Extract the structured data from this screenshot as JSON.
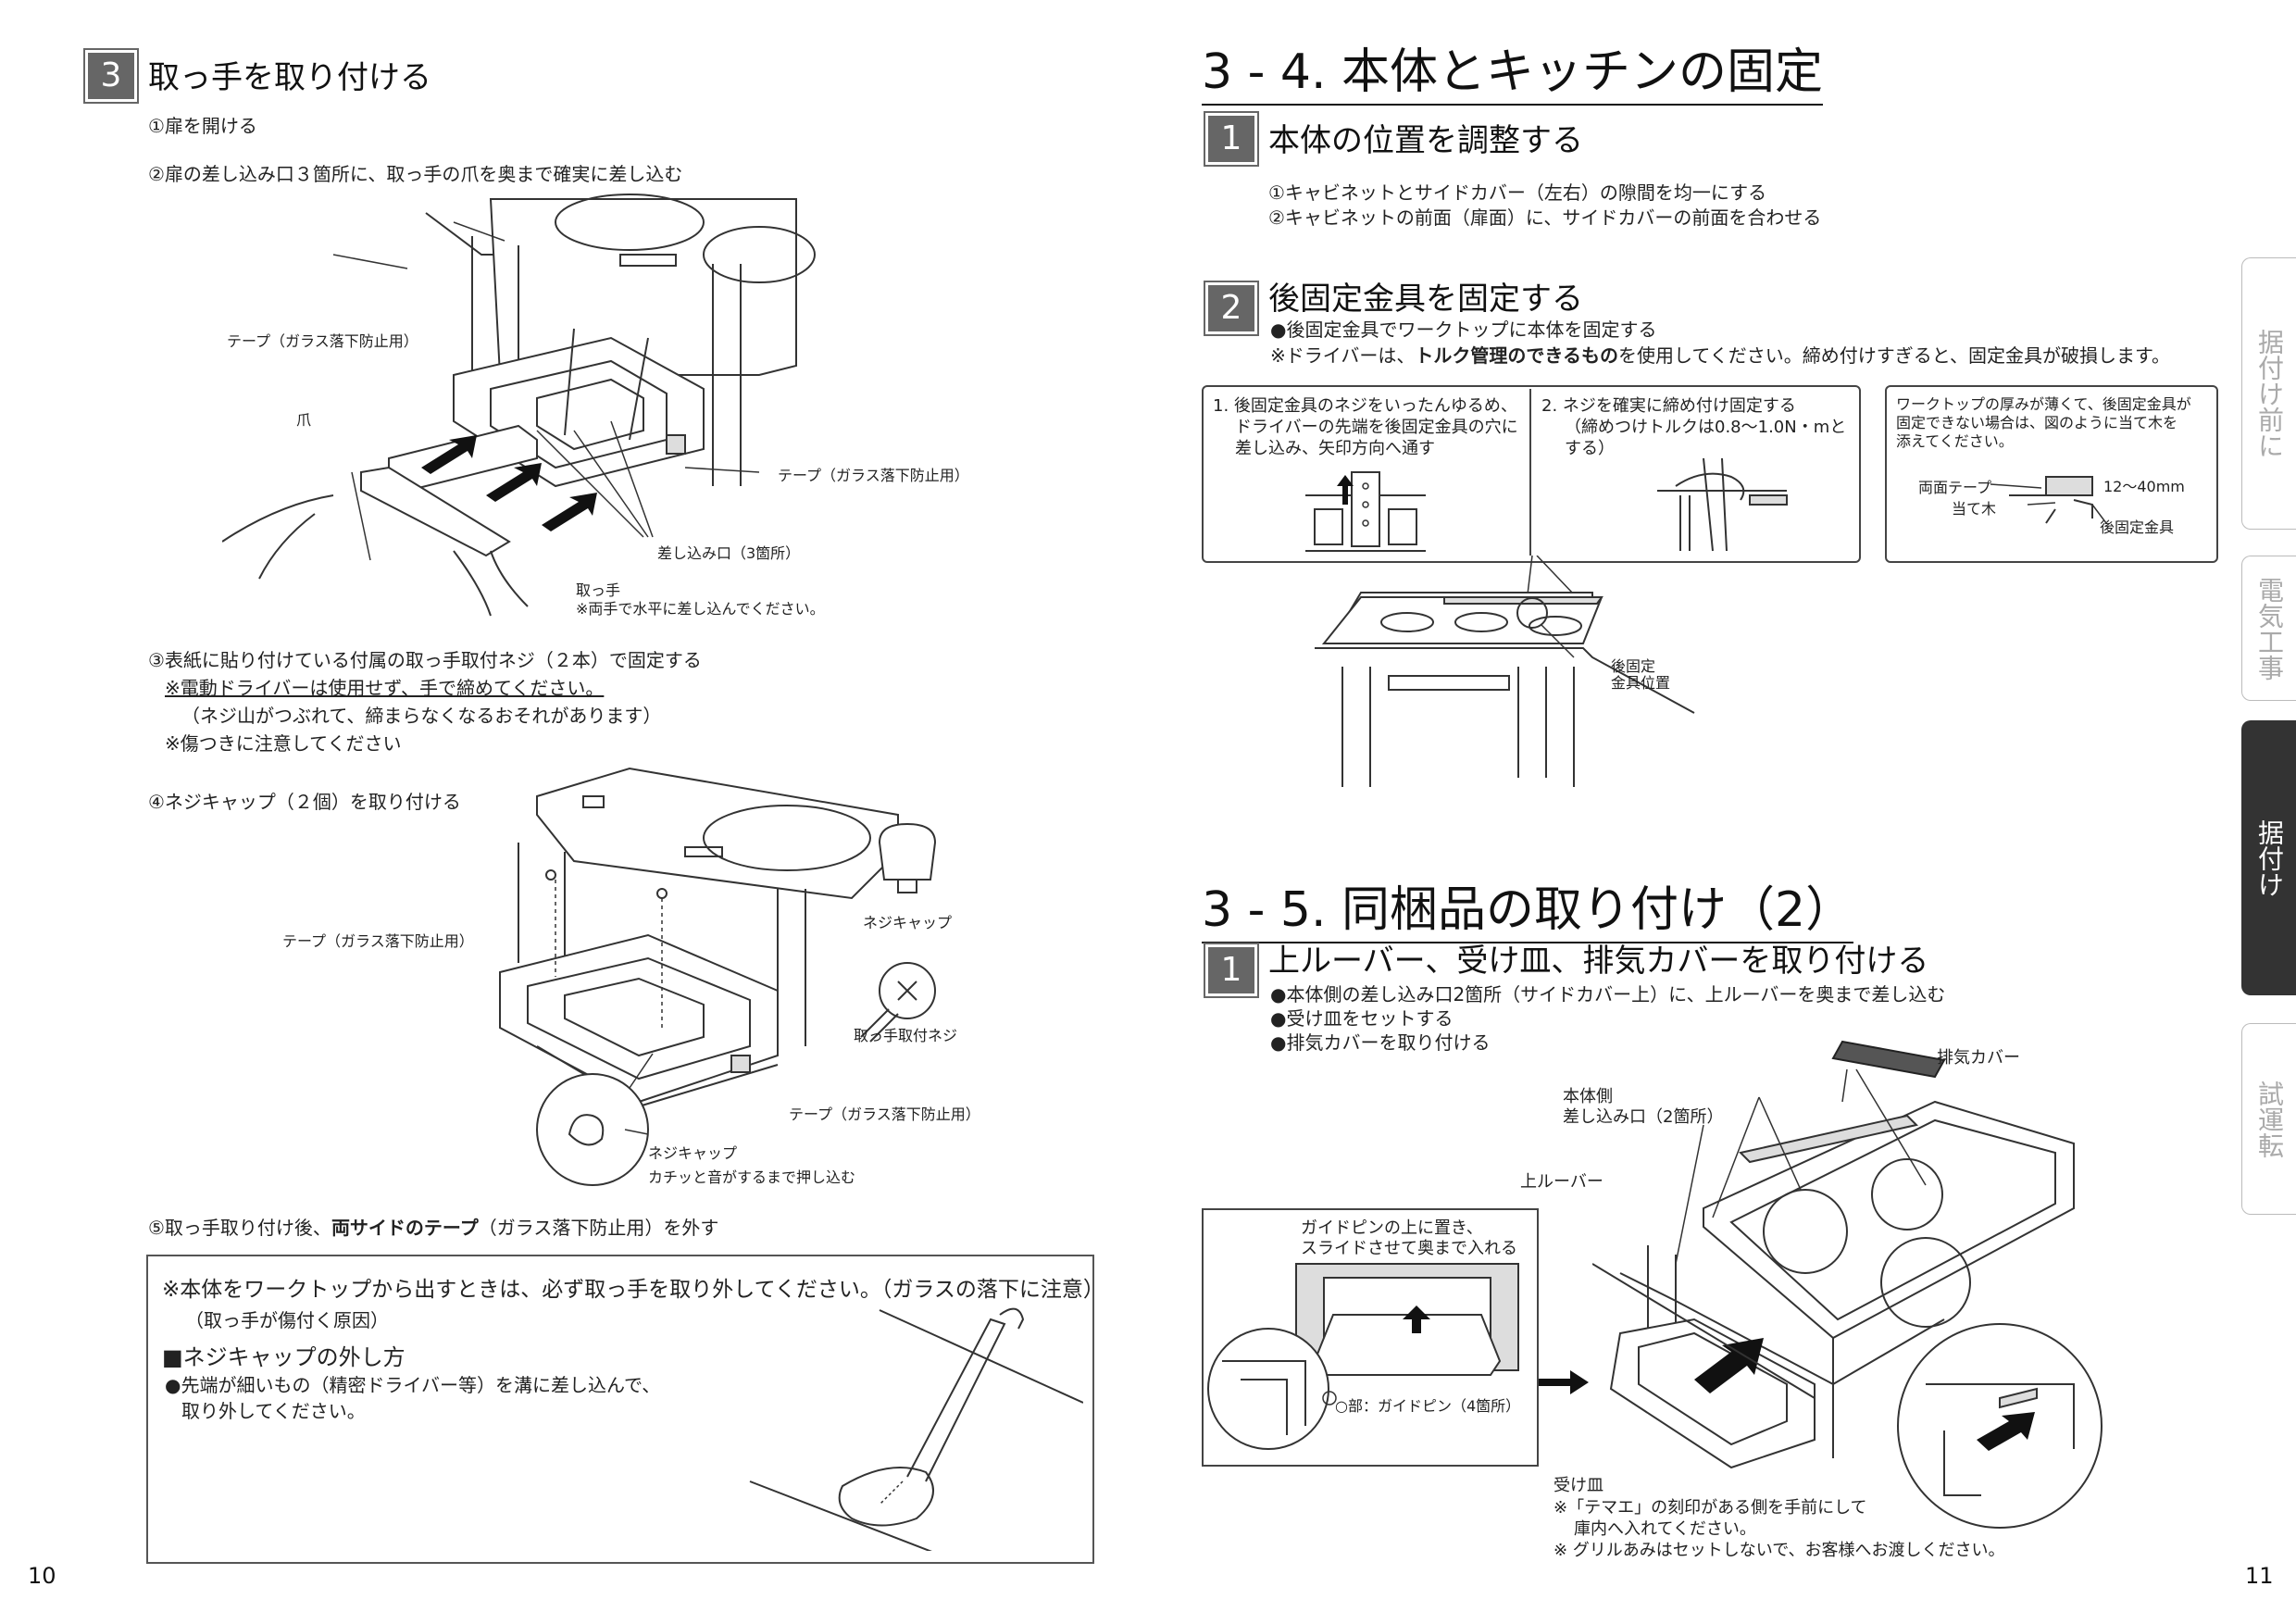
{
  "left": {
    "step3": {
      "num": "3",
      "title": "取っ手を取り付ける",
      "s1": "①扉を開ける",
      "s2": "②扉の差し込み口３箇所に、取っ手の爪を奥まで確実に差し込む",
      "fig1": {
        "tape_left": "テープ（ガラス落下防止用）",
        "claw": "爪",
        "tape_right": "テープ（ガラス落下防止用）",
        "slot": "差し込み口（3箇所）",
        "handle": "取っ手",
        "handle_note": "※両手で水平に差し込んでください。"
      },
      "s3": "③表紙に貼り付けている付属の取っ手取付ネジ（２本）で固定する",
      "s3_note1": "※電動ドライバーは使用せず、手で締めてください。",
      "s3_note2": "（ネジ山がつぶれて、締まらなくなるおそれがあります）",
      "s3_note3": "※傷つきに注意してください",
      "s4": "④ネジキャップ（２個）を取り付ける",
      "fig2": {
        "tape_left": "テープ（ガラス落下防止用）",
        "screw_cap": "ネジキャップ",
        "screw": "取っ手取付ネジ",
        "tape_right": "テープ（ガラス落下防止用）",
        "cap2": "ネジキャップ",
        "cap2_note": "カチッと音がするまで押し込む"
      },
      "s5_pre": "⑤取っ手取り付け後、",
      "s5_bold": "両サイドのテープ",
      "s5_post": "（ガラス落下防止用）を外す"
    },
    "notebox": {
      "line1": "※本体をワークトップから出すときは、必ず取っ手を取り外してください。（ガラスの落下に注意）",
      "line2": "（取っ手が傷付く原因）",
      "head": "■ネジキャップの外し方",
      "b1": "●先端が細いもの（精密ドライバー等）を溝に差し込んで、",
      "b2": "取り外してください。"
    },
    "page_no": "10"
  },
  "right": {
    "sec34": {
      "title": "3 - 4. 本体とキッチンの固定",
      "step1": {
        "num": "1",
        "title": "本体の位置を調整する",
        "l1": "①キャビネットとサイドカバー（左右）の隙間を均一にする",
        "l2": "②キャビネットの前面（扉面）に、サイドカバーの前面を合わせる"
      },
      "step2": {
        "num": "2",
        "title": "後固定金具を固定する",
        "l1": "●後固定金具でワークトップに本体を固定する",
        "l2_pre": "※ドライバーは、",
        "l2_bold": "トルク管理のできるもの",
        "l2_post": "を使用してください。締め付けすぎると、固定金具が破損します。"
      },
      "box1": {
        "l1": "1. 後固定金具のネジをいったんゆるめ、",
        "l2": "ドライバーの先端を後固定金具の穴に",
        "l3": "差し込み、矢印方向へ通す"
      },
      "box2": {
        "l1": "2. ネジを確実に締め付け固定する",
        "l2": "（締めつけトルクは0.8〜1.0N・mと",
        "l3": "する）"
      },
      "box3": {
        "l1": "ワークトップの厚みが薄くて、後固定金具が",
        "l2": "固定できない場合は、図のように当て木を",
        "l3": "添えてください。",
        "tape": "両面テープ",
        "wood": "当て木",
        "thick": "12〜40mm",
        "bracket": "後固定金具"
      },
      "fig": {
        "pos1": "後固定",
        "pos2": "金具位置"
      }
    },
    "sec35": {
      "title": "3 - 5. 同梱品の取り付け（2）",
      "step1": {
        "num": "1",
        "title": "上ルーバー、受け皿、排気カバーを取り付ける",
        "l1": "●本体側の差し込み口2箇所（サイドカバー上）に、上ルーバーを奥まで差し込む",
        "l2": "●受け皿をセットする",
        "l3": "●排気カバーを取り付ける"
      },
      "fig": {
        "exhaust": "排気カバー",
        "body1": "本体側",
        "body2": "差し込み口（2箇所）",
        "louver": "上ルーバー",
        "guide1": "ガイドピンの上に置き、",
        "guide2": "スライドさせて奥まで入れる",
        "pin": "○部：ガイドピン（4箇所）",
        "tray": "受け皿",
        "tray_n1": "※「テマエ」の刻印がある側を手前にして",
        "tray_n2": "庫内へ入れてください。",
        "tray_n3": "※ グリルあみはセットしないで、お客様へお渡しください。"
      }
    },
    "tabs": [
      "据付け前に",
      "電気工事",
      "据付け",
      "試運転"
    ],
    "active_tab": "据付け",
    "page_no": "11"
  }
}
